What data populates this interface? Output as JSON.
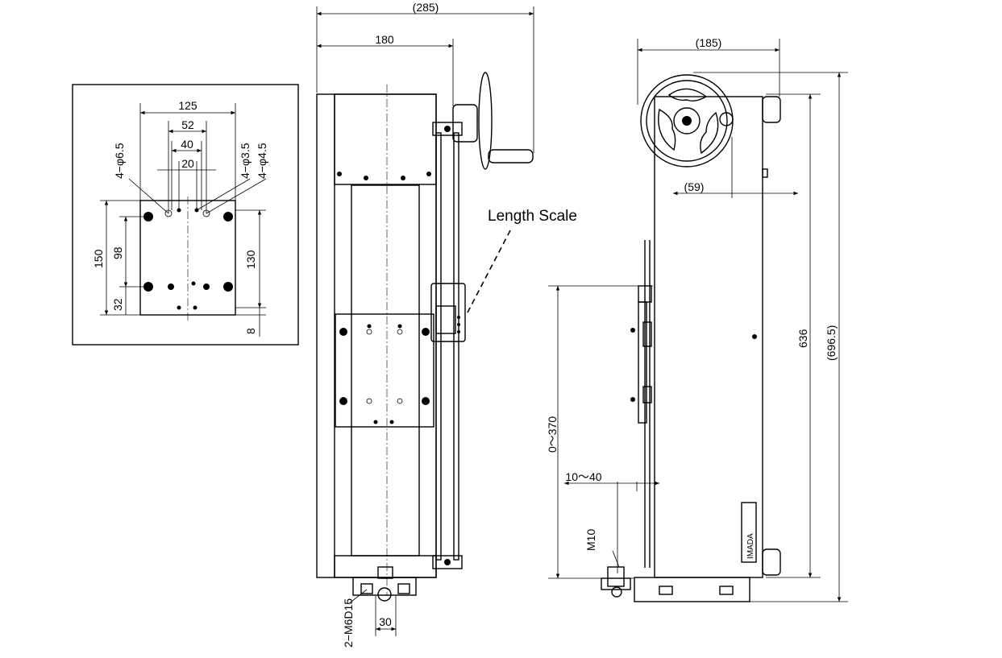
{
  "labels": {
    "length_scale": "Length Scale",
    "top_view": {
      "w125": "125",
      "w52": "52",
      "w40": "40",
      "w20": "20",
      "hole_65": "4−φ6.5",
      "hole_35": "4−φ3.5",
      "hole_45": "4−φ4.5",
      "h150": "150",
      "h98": "98",
      "h32": "32",
      "h130": "130",
      "h8": "8"
    },
    "front_view": {
      "w285": "(285)",
      "w180": "180",
      "w30": "30",
      "bolt": "2−M6D15"
    },
    "side_view": {
      "w185": "(185)",
      "w59": "(59)",
      "stroke": "0〜370",
      "offset": "10〜40",
      "thread": "M10",
      "h636": "636",
      "h6965": "(696.5)",
      "brand": "IMADA"
    }
  }
}
